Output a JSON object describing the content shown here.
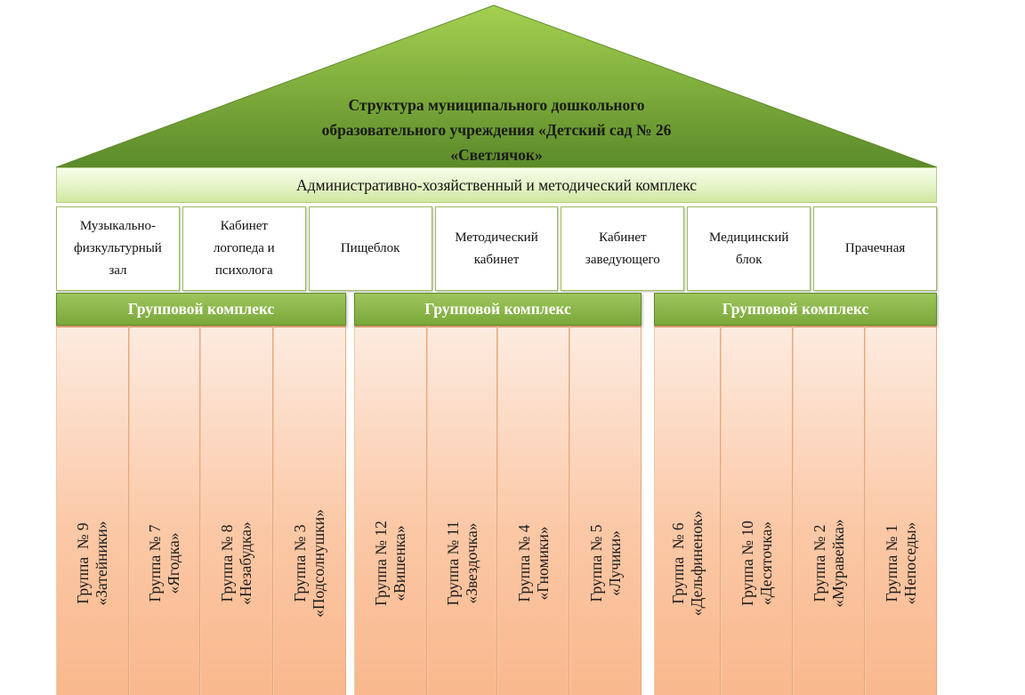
{
  "title": "Структура муниципального дошкольного образовательного учреждения «Детский сад № 26 «Светлячок»",
  "title_lines": [
    "Структура муниципального дошкольного",
    "образовательного учреждения «Детский сад № 26",
    "«Светлячок»"
  ],
  "admin_complex": "Административно-хозяйственный и методический комплекс",
  "departments": [
    "Музыкально-\nфизкультурный\nзал",
    "Кабинет\nлогопеда и\nпсихолога",
    "Пищеблок",
    "Методический\nкабинет",
    "Кабинет\nзаведующего",
    "Медицинский\nблок",
    "Прачечная"
  ],
  "group_complexes": [
    {
      "label": "Групповой комплекс",
      "groups": [
        "Группа  № 9\n«Затейники»",
        "Группа № 7\n«Ягодка»",
        "Группа № 8\n«Незабудка»",
        "Группа № 3\n«Подсолнушки»"
      ]
    },
    {
      "label": "Групповой комплекс",
      "groups": [
        "Группа № 12\n«Вишенка»",
        "Группа № 11\n«Звездочка»",
        "Группа № 4\n«Гномики»",
        "Группа № 5\n«Лучики»"
      ]
    },
    {
      "label": "Групповой комплекс",
      "groups": [
        "Группа  № 6\n«Дельфиненок»",
        "Группа № 10\n«Десяточка»",
        "Группа № 2\n«Муравейка»",
        "Группа № 1\n«Непоседы»"
      ]
    }
  ],
  "colors": {
    "roof_top": "#9cc94e",
    "roof_bottom": "#5e8a2c",
    "complex_bar": "#8cb84a",
    "column_top": "#fdebe0",
    "column_bottom": "#f9b88d"
  }
}
